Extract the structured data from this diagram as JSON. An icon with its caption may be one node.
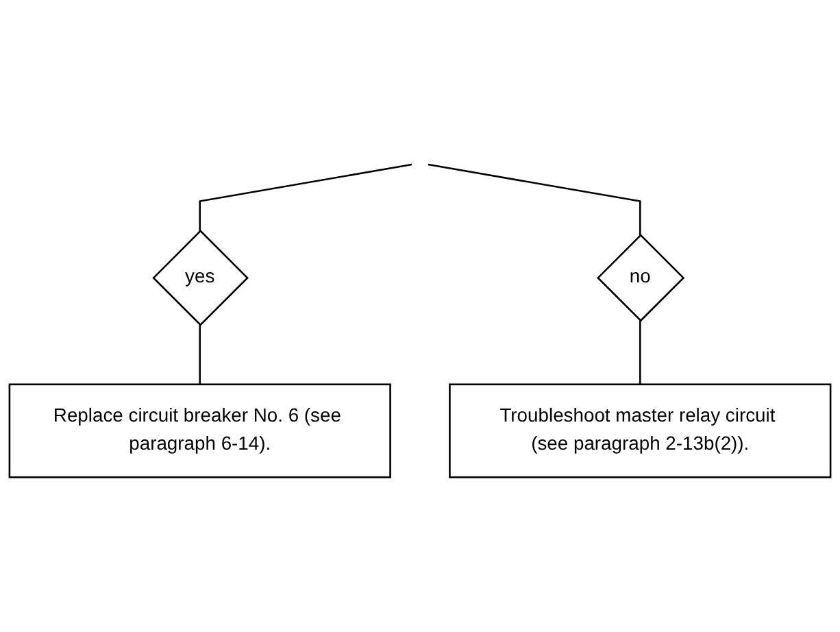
{
  "diagram": {
    "nodes": [
      {
        "text": [
          "yes"
        ]
      },
      {
        "text": [
          "no"
        ]
      },
      {
        "text": [
          "Troubleshoot master relay circuit (see paragraph 2-13b(2))."
        ]
      },
      {
        "text": [
          "Replace circuit breaker No. 6 (see paragraph 6-14)."
        ]
      }
    ],
    "edges": [
      {
        "from": null,
        "to": 0,
        "arrow": "none"
      },
      {
        "from": null,
        "to": 1,
        "arrow": "none"
      },
      {
        "from": 1,
        "to": 2,
        "arrow": "none"
      },
      {
        "from": 0,
        "to": 3,
        "arrow": "none"
      }
    ]
  }
}
